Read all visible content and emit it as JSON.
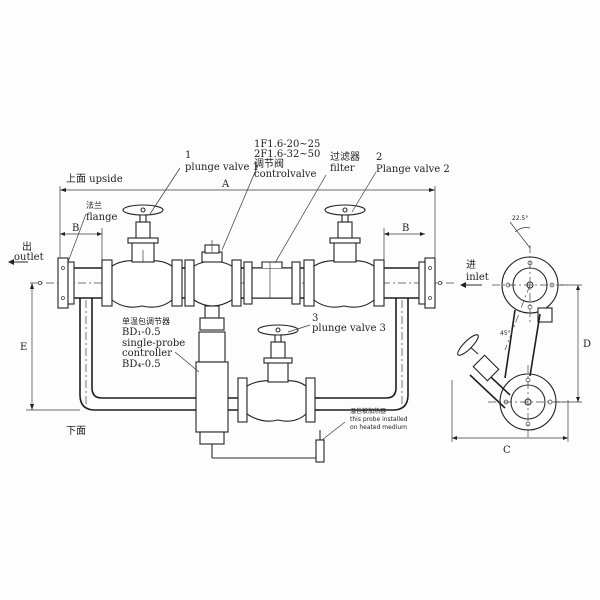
{
  "labels": {
    "model_1": "1F1.6-20~25",
    "model_2": "2F1.6-32~50",
    "control_valve_cn": "调节阀",
    "control_valve_en": "controlvalve",
    "filter_cn": "过滤器",
    "filter_en": "filter",
    "valve1_num": "1",
    "valve1_name": "plunge valve 1",
    "valve2_num": "2",
    "valve2_name": "Plange valve 2",
    "valve3_num": "3",
    "valve3_name": "plunge valve 3",
    "upside": "上面 upside",
    "downside": "下面",
    "dim_a": "A",
    "dim_b_left": "B",
    "dim_b_right": "B",
    "dim_e": "E",
    "dim_c": "C",
    "dim_d": "D",
    "flange_cn": "法兰",
    "flange_en": "flange",
    "outlet_cn": "出",
    "outlet_en": "outlet",
    "inlet_cn": "进",
    "inlet_en": "inlet",
    "controller_cn": "单温包调节器",
    "controller_bd1": "BD₁-0.5",
    "controller_en1": "single-probe",
    "controller_en2": "controller",
    "controller_bd4": "BD₄-0.5",
    "probe_cn": "温包被加热器",
    "probe_en1": "this probe installed",
    "probe_en2": "on heated medium",
    "angle_top": "22.5°",
    "angle_mid": "45°"
  }
}
